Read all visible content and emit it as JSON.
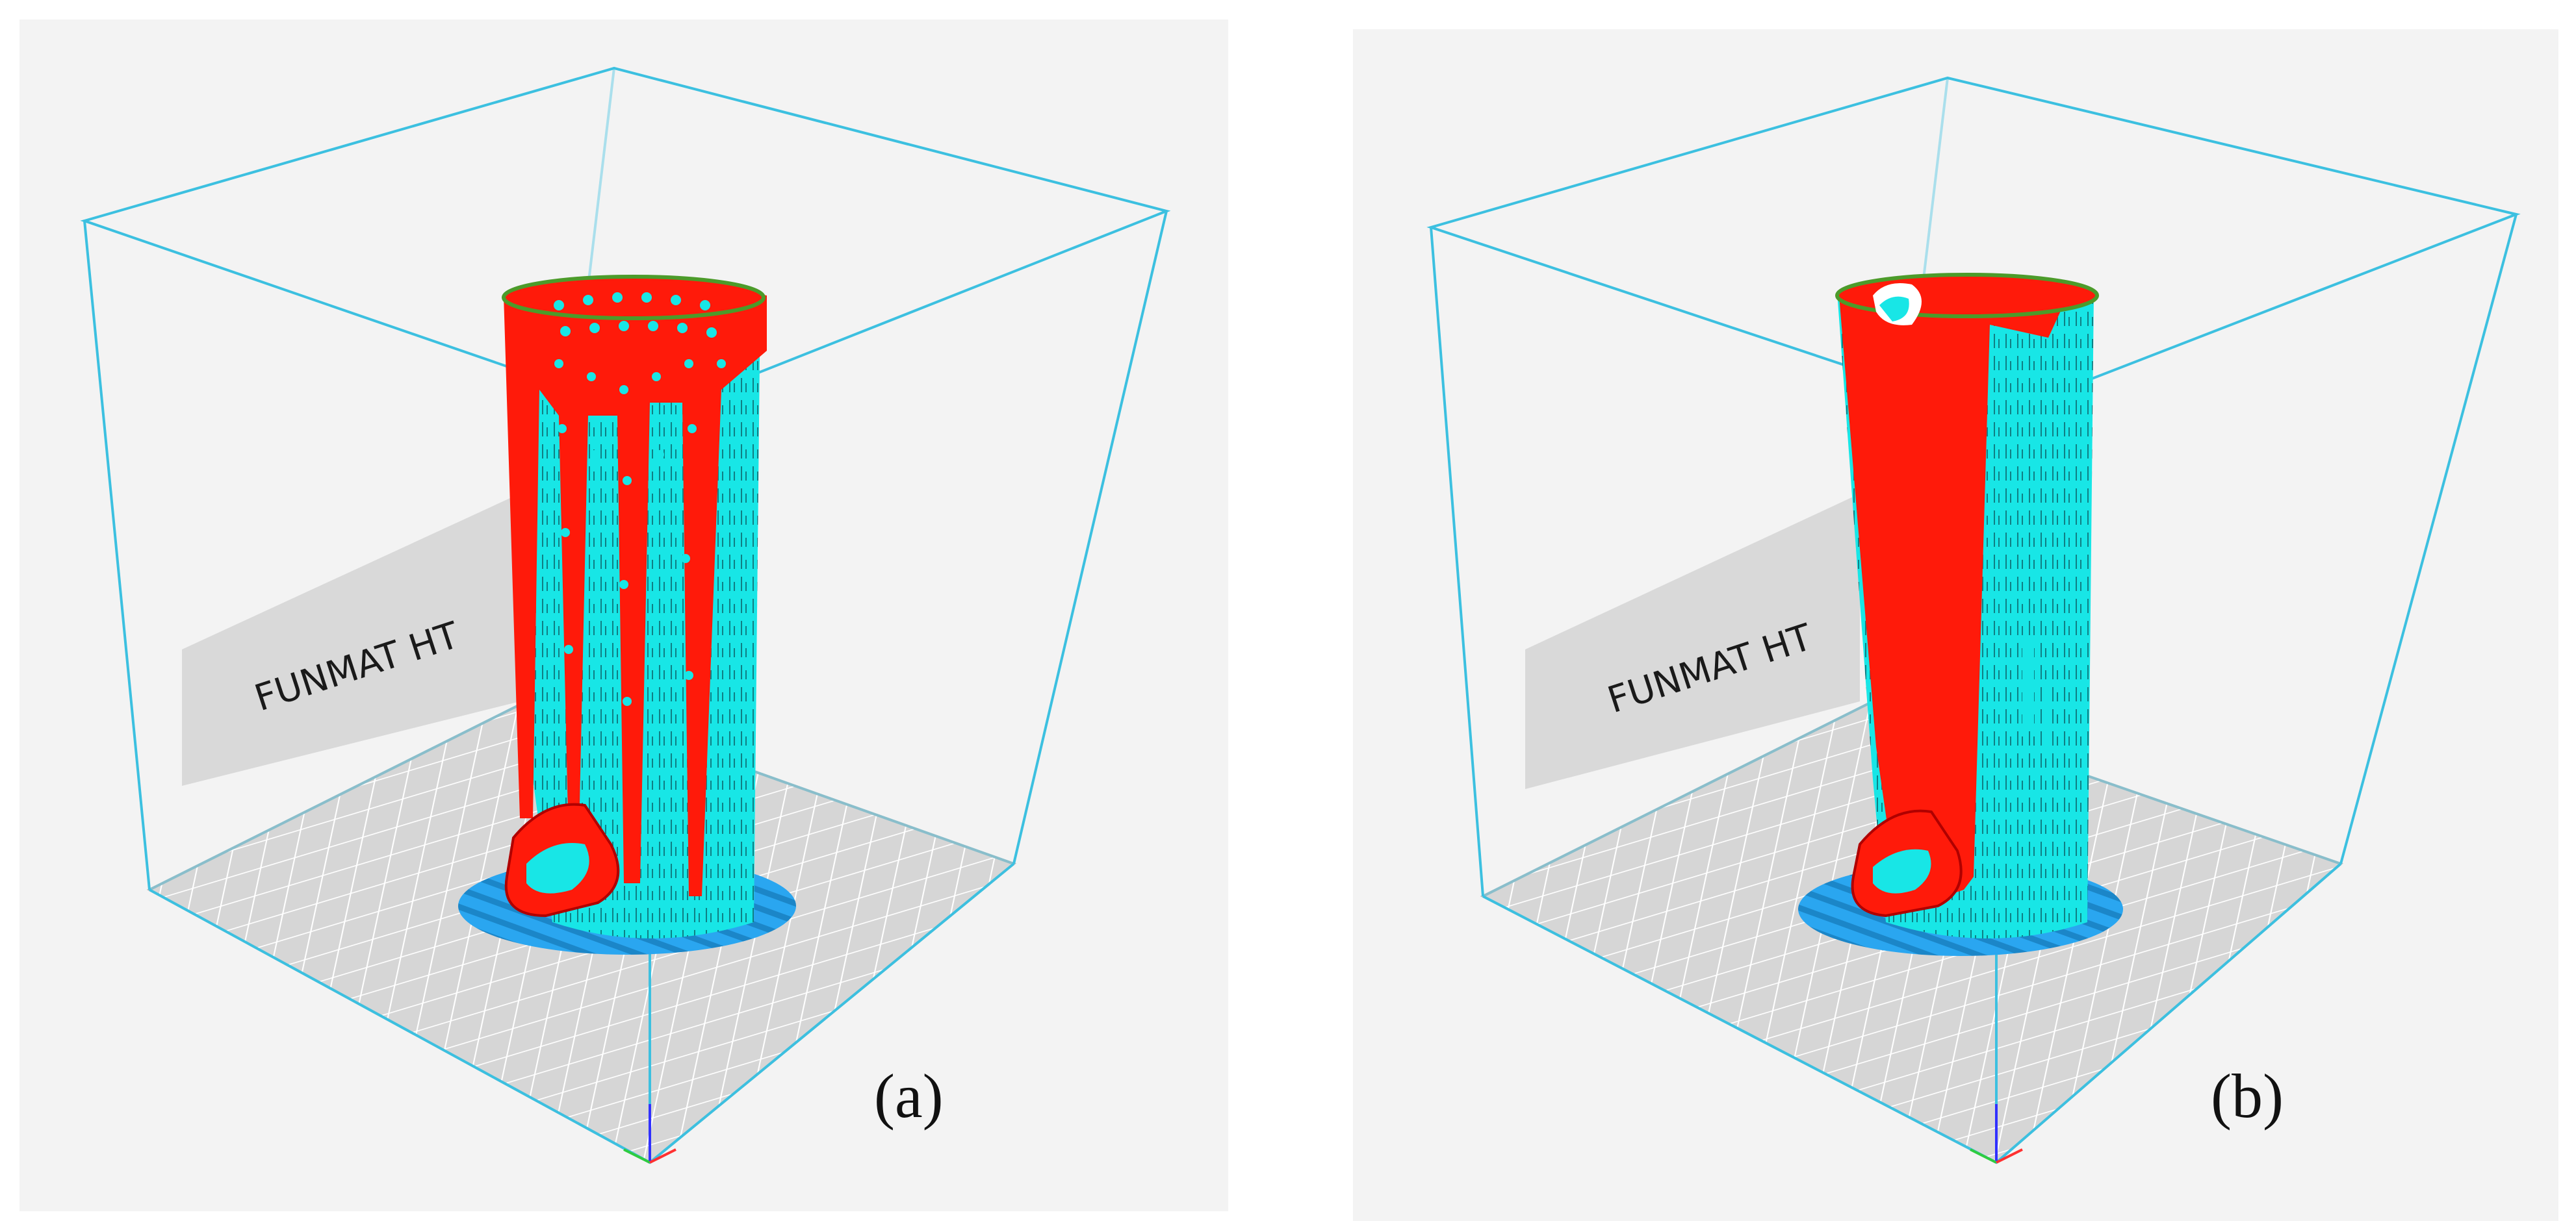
{
  "figure": {
    "panels": [
      {
        "id": "a",
        "caption": "(a)",
        "printer_label": "FUNMAT HT",
        "support_pattern": "perforated-columns"
      },
      {
        "id": "b",
        "caption": "(b)",
        "printer_label": "FUNMAT HT",
        "support_pattern": "solid-sheet"
      }
    ],
    "colors": {
      "viewport_bg": "#f3f3f3",
      "build_volume_edge": "#3cc0e0",
      "model_overhang": "#ff1a0a",
      "model_surface": "#18e6e6",
      "support_raft": "#2aa6f0",
      "build_plate": "#d6d6d6",
      "build_plate_grid": "#ffffff",
      "printer_label_plate": "#d9d9d9"
    }
  }
}
